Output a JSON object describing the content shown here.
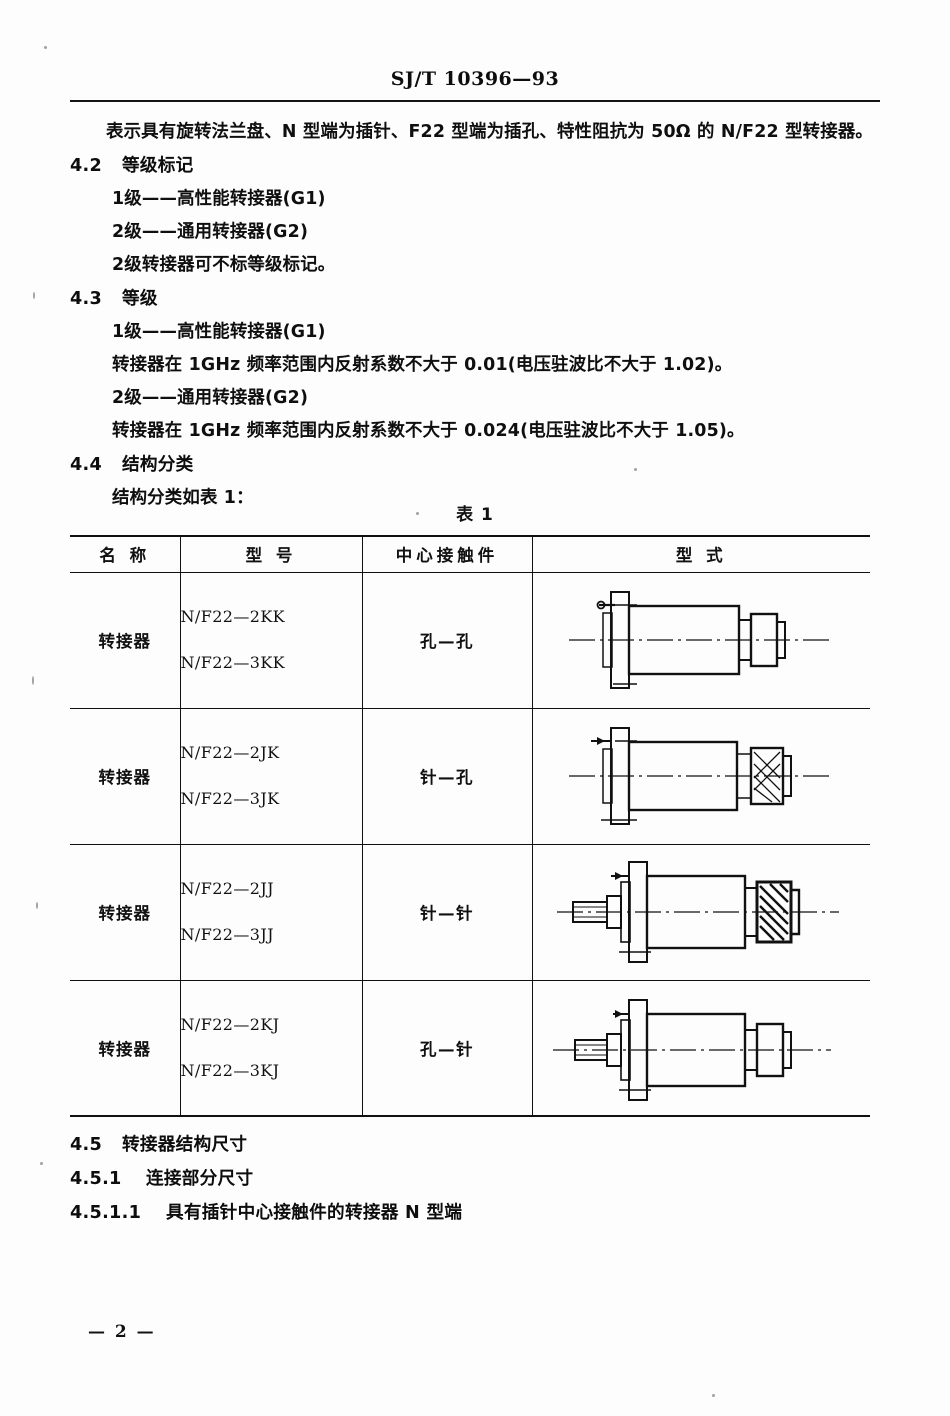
{
  "header": {
    "standard_number": "SJ/T 10396—93"
  },
  "body": {
    "intro_paragraph": "表示具有旋转法兰盘、N 型端为插针、F22 型端为插孔、特性阻抗为 50Ω 的 N/F22 型转接器。",
    "sections": [
      {
        "number": "4.2",
        "title": "等级标记",
        "lines": [
          "1级——高性能转接器(G1)",
          "2级——通用转接器(G2)",
          "2级转接器可不标等级标记。"
        ]
      },
      {
        "number": "4.3",
        "title": "等级",
        "lines": [
          "1级——高性能转接器(G1)",
          "转接器在 1GHz 频率范围内反射系数不大于 0.01(电压驻波比不大于 1.02)。",
          "2级——通用转接器(G2)",
          "转接器在 1GHz 频率范围内反射系数不大于 0.024(电压驻波比不大于 1.05)。"
        ]
      },
      {
        "number": "4.4",
        "title": "结构分类",
        "lines": [
          "结构分类如表 1："
        ]
      }
    ],
    "tail_sections": [
      {
        "number": "4.5",
        "title": "转接器结构尺寸"
      },
      {
        "number": "4.5.1",
        "title": "连接部分尺寸"
      },
      {
        "number": "4.5.1.1",
        "title": "具有插针中心接触件的转接器 N 型端"
      }
    ]
  },
  "table": {
    "caption": "表 1",
    "columns": [
      "名 称",
      "型 号",
      "中心接触件",
      "型 式"
    ],
    "rows": [
      {
        "name": "转接器",
        "models": [
          "N/F22—2KK",
          "N/F22—3KK"
        ],
        "contact": "孔—孔",
        "figure": "adapter-hole-hole"
      },
      {
        "name": "转接器",
        "models": [
          "N/F22—2JK",
          "N/F22—3JK"
        ],
        "contact": "针—孔",
        "figure": "adapter-pin-hole"
      },
      {
        "name": "转接器",
        "models": [
          "N/F22—2JJ",
          "N/F22—3JJ"
        ],
        "contact": "针—针",
        "figure": "adapter-pin-pin"
      },
      {
        "name": "转接器",
        "models": [
          "N/F22—2KJ",
          "N/F22—3KJ"
        ],
        "contact": "孔—针",
        "figure": "adapter-hole-pin"
      }
    ]
  },
  "footer": {
    "page_label": "— 2 —"
  }
}
